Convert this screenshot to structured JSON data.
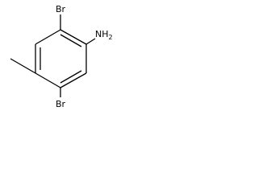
{
  "molecule": {
    "atoms": {
      "br_top": "Br",
      "nh2": "NH",
      "nh2_sub": "2",
      "br_bottom": "Br"
    }
  }
}
